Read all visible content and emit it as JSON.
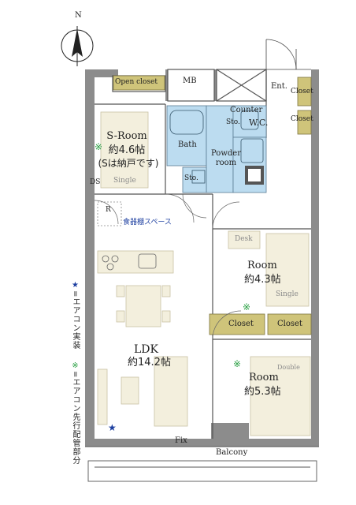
{
  "compass": {
    "letter": "N"
  },
  "rooms": {
    "open_closet": "Open closet",
    "mb": "MB",
    "entrance": "Ent.",
    "closet_entry_top": "Closet",
    "closet_entry_bottom": "Closet",
    "counter": "Counter",
    "storage_wc": "Sto.",
    "wc": "W.C.",
    "bath": "Bath",
    "powder_room_line1": "Powder",
    "powder_room_line2": "room",
    "storage_bath": "Sto.",
    "s_room_name": "S-Room",
    "s_room_size": "約4.6帖",
    "s_room_note": "(Sは納戸です)",
    "s_room_bed": "Single",
    "ds": "DS",
    "refrigerator": "R",
    "cupboard_space": "食器棚スペース",
    "desk": "Desk",
    "room1_name": "Room",
    "room1_size": "約4.3帖",
    "room1_bed": "Single",
    "closet_room1": "Closet",
    "closet_room2": "Closet",
    "ldk_name": "LDK",
    "ldk_size": "約14.2帖",
    "room2_name": "Room",
    "room2_size": "約5.3帖",
    "room2_bed": "Double",
    "fix": "Fix",
    "balcony": "Balcony"
  },
  "legend": {
    "aircon_mark": "★",
    "aircon_text": "=エアコン実装",
    "piping_mark": "※",
    "piping_text": "=エアコン先行配管部分"
  },
  "colors": {
    "wall": "#8c8c8c",
    "closet_fill": "#cfc47a",
    "wet_area": "#bcdcf0",
    "furniture": "#f3efdd",
    "furniture_stroke": "#c9c2a4",
    "aircon_star": "#1d3fa0",
    "piping_mark": "#2aa044"
  }
}
